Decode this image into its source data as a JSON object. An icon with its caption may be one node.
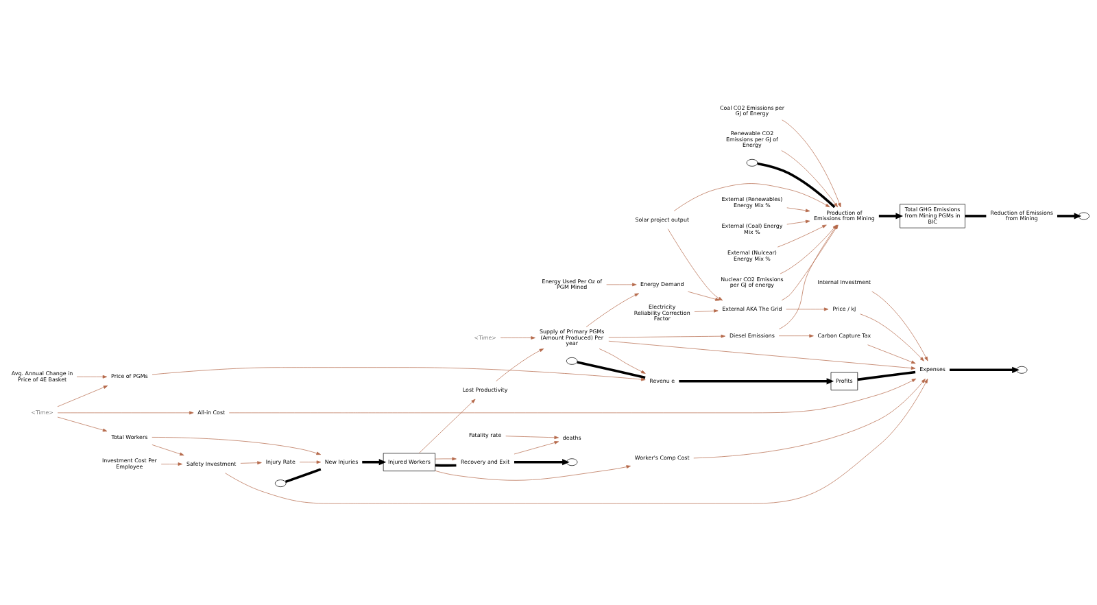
{
  "diagram": {
    "nodes": [
      {
        "text": [
          "Nuclear CO2 Emissions per GJ of energy"
        ]
      },
      {
        "text": [
          "Coal CO2 Emissions per GJ of Energy"
        ]
      },
      {
        "text": [
          "Renewable CO2 Emissions per GJ of Energy"
        ]
      },
      {
        "text": [],
        "shape": "cloud"
      },
      {
        "text": [
          "Production of Emissions from Mining"
        ]
      },
      {
        "text": [
          "Total GHG Emissions from Mining PGMs in BIC"
        ]
      },
      {
        "text": [
          "Reduction of Emissions from Mining"
        ]
      },
      {
        "text": [],
        "shape": "cloud"
      },
      {
        "text": [
          "Solar project output"
        ]
      },
      {
        "text": [],
        "shape": "cloud"
      },
      {
        "text": [
          "New Injuries"
        ]
      },
      {
        "text": [
          "Injured Workers"
        ]
      },
      {
        "text": [
          "Recovery and Exit"
        ]
      },
      {
        "text": [],
        "shape": "cloud"
      },
      {
        "text": [
          "External (Renewables) Energy Mix %"
        ]
      },
      {
        "text": [
          "Diesel Emissions"
        ]
      },
      {
        "text": [
          "Injury Rate"
        ]
      },
      {
        "text": [
          "Carbon Capture Tax"
        ]
      },
      {
        "text": [
          "External (Coal) Energy Mix %"
        ]
      },
      {
        "text": [
          "deaths"
        ]
      },
      {
        "text": [
          "Investment Cost Per Employee"
        ]
      },
      {
        "text": [
          "External (Nulcear) Energy Mix %"
        ]
      },
      {
        "text": [
          "Price / kJ"
        ]
      },
      {
        "text": [
          "External AKA The Grid"
        ]
      },
      {
        "text": [
          "Safety Investment"
        ]
      },
      {
        "text": [
          "Worker's Comp Cost"
        ]
      },
      {
        "text": [
          "Electricity Reliability Correction Factor"
        ]
      },
      {
        "text": [
          "Fatality rate"
        ]
      },
      {
        "text": [
          "Energy Demand"
        ]
      },
      {
        "text": [],
        "shape": "cloud"
      },
      {
        "text": [
          "Revenu e"
        ]
      },
      {
        "text": [
          "Profits"
        ]
      },
      {
        "text": [
          "Expenses"
        ]
      },
      {
        "text": [],
        "shape": "cloud"
      },
      {
        "text": [
          "Lost Productivity"
        ]
      },
      {
        "text": [
          "Energy Used Per Oz of PGM Mined"
        ]
      },
      {
        "text": [
          "Supply of Primary PGMs (Amount Produced) Per year"
        ]
      },
      {
        "text": [
          "Internal Investment"
        ]
      },
      {
        "text": [
          "All-in Cost"
        ]
      },
      {
        "text": [
          "<Time>"
        ]
      },
      {
        "text": [
          "Total Workers"
        ]
      },
      {
        "text": [
          "Avg. Annual Change in Price of 4E Basket"
        ]
      },
      {
        "text": [
          "Price of PGMs"
        ]
      },
      {
        "text": [
          "<Time>"
        ]
      }
    ],
    "edges": [
      {
        "from": 3,
        "to": 4,
        "arrow": "none",
        "style": "thick",
        "color": "#000000"
      },
      {
        "from": 4,
        "to": 5,
        "arrow": "to",
        "style": "thick",
        "color": "#000000"
      },
      {
        "from": 5,
        "to": 6,
        "arrow": "none",
        "style": "thick",
        "color": "#000000"
      },
      {
        "from": 6,
        "to": 7,
        "arrow": "to",
        "style": "thick",
        "color": "#000000"
      },
      {
        "from": 9,
        "to": 10,
        "arrow": "none",
        "style": "thick",
        "color": "#000000"
      },
      {
        "from": 10,
        "to": 11,
        "arrow": "to",
        "style": "thick",
        "color": "#000000"
      },
      {
        "from": 11,
        "to": 12,
        "arrow": "none",
        "style": "thick",
        "color": "#000000"
      },
      {
        "from": 12,
        "to": 13,
        "arrow": "to",
        "style": "thick",
        "color": "#000000"
      },
      {
        "from": 29,
        "to": 30,
        "arrow": "none",
        "style": "thick",
        "color": "#000000"
      },
      {
        "from": 30,
        "to": 31,
        "arrow": "to",
        "style": "thick",
        "color": "#000000"
      },
      {
        "from": 31,
        "to": 32,
        "arrow": "none",
        "style": "thick",
        "color": "#000000"
      },
      {
        "from": 32,
        "to": 33,
        "arrow": "to",
        "style": "thick",
        "color": "#000000"
      },
      {
        "from": 0,
        "to": 4,
        "arrow": "to"
      },
      {
        "from": 1,
        "to": 4,
        "arrow": "to"
      },
      {
        "from": 2,
        "to": 4,
        "arrow": "to"
      },
      {
        "from": 8,
        "to": 4,
        "arrow": "to"
      },
      {
        "from": 14,
        "to": 4,
        "arrow": "to"
      },
      {
        "from": 18,
        "to": 4,
        "arrow": "to"
      },
      {
        "from": 21,
        "to": 4,
        "arrow": "to"
      },
      {
        "from": 23,
        "to": 4,
        "arrow": "to"
      },
      {
        "from": 15,
        "to": 4,
        "arrow": "to"
      },
      {
        "from": 8,
        "to": 23,
        "arrow": "to"
      },
      {
        "from": 28,
        "to": 23,
        "arrow": "to"
      },
      {
        "from": 26,
        "to": 23,
        "arrow": "to"
      },
      {
        "from": 23,
        "to": 22,
        "arrow": "to"
      },
      {
        "from": 22,
        "to": 32,
        "arrow": "to"
      },
      {
        "from": 15,
        "to": 17,
        "arrow": "to"
      },
      {
        "from": 17,
        "to": 32,
        "arrow": "to"
      },
      {
        "from": 36,
        "to": 15,
        "arrow": "to"
      },
      {
        "from": 35,
        "to": 28,
        "arrow": "to"
      },
      {
        "from": 36,
        "to": 28,
        "arrow": "to"
      },
      {
        "from": 36,
        "to": 30,
        "arrow": "to"
      },
      {
        "from": 36,
        "to": 32,
        "arrow": "to"
      },
      {
        "from": 42,
        "to": 30,
        "arrow": "to"
      },
      {
        "from": 39,
        "to": 36,
        "arrow": "to"
      },
      {
        "from": 41,
        "to": 42,
        "arrow": "to"
      },
      {
        "from": 43,
        "to": 42,
        "arrow": "to"
      },
      {
        "from": 43,
        "to": 38,
        "arrow": "to"
      },
      {
        "from": 43,
        "to": 40,
        "arrow": "to"
      },
      {
        "from": 38,
        "to": 32,
        "arrow": "to"
      },
      {
        "from": 37,
        "to": 32,
        "arrow": "to"
      },
      {
        "from": 24,
        "to": 32,
        "arrow": "to"
      },
      {
        "from": 25,
        "to": 32,
        "arrow": "to"
      },
      {
        "from": 20,
        "to": 24,
        "arrow": "to"
      },
      {
        "from": 40,
        "to": 24,
        "arrow": "to"
      },
      {
        "from": 24,
        "to": 16,
        "arrow": "to"
      },
      {
        "from": 16,
        "to": 10,
        "arrow": "to"
      },
      {
        "from": 40,
        "to": 10,
        "arrow": "to"
      },
      {
        "from": 11,
        "to": 12,
        "arrow": "to"
      },
      {
        "from": 12,
        "to": 19,
        "arrow": "to"
      },
      {
        "from": 27,
        "to": 19,
        "arrow": "to"
      },
      {
        "from": 11,
        "to": 25,
        "arrow": "to"
      },
      {
        "from": 11,
        "to": 34,
        "arrow": "to"
      },
      {
        "from": 34,
        "to": 36,
        "arrow": "to"
      }
    ]
  }
}
